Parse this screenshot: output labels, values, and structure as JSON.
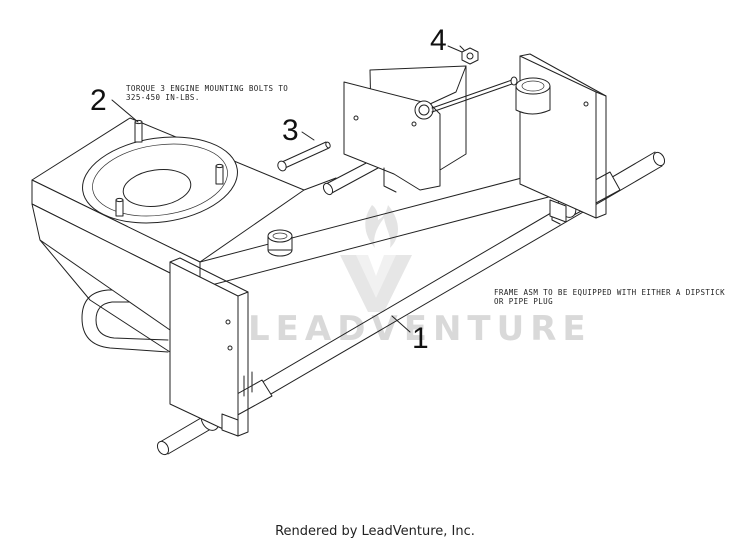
{
  "callouts": {
    "c1": "1",
    "c2": "2",
    "c3": "3",
    "c4": "4"
  },
  "notes": {
    "torque_line1": "TORQUE 3 ENGINE MOUNTING BOLTS TO",
    "torque_line2": "325-450 IN-LBS.",
    "frame_line1": "FRAME ASM TO BE EQUIPPED WITH EITHER A DIPSTICK",
    "frame_line2": "OR PIPE PLUG"
  },
  "watermark": {
    "text": "LEADVENTURE"
  },
  "footer": {
    "text": "Rendered by LeadVenture, Inc."
  }
}
